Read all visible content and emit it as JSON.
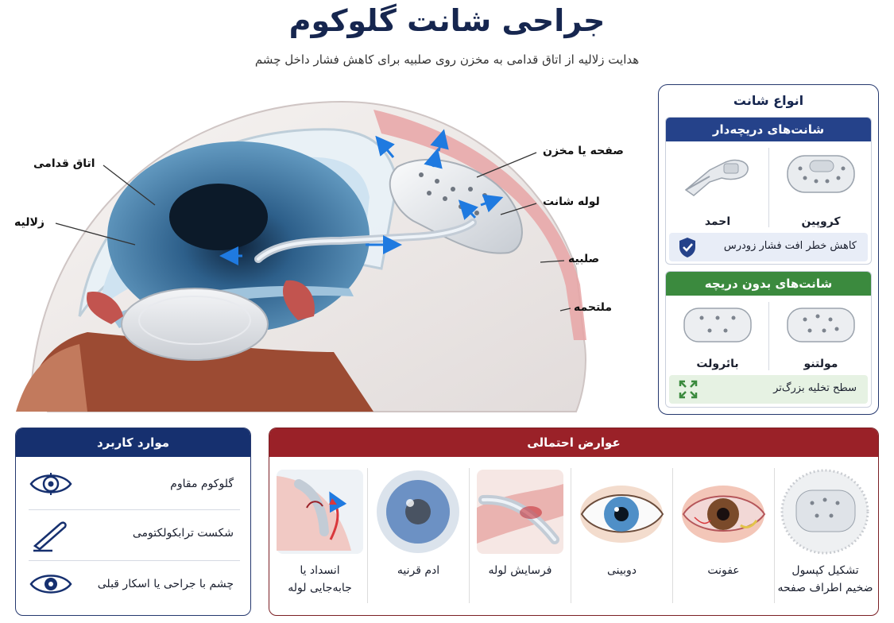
{
  "header": {
    "title": "جراحی شانت گلوکوم",
    "subtitle": "هدایت زلالیه از اتاق قدامی به مخزن روی صلبیه برای کاهش فشار داخل چشم"
  },
  "diagram": {
    "labels": {
      "anterior_chamber": "اتاق قدامی",
      "aqueous": "زلالیه",
      "plate": "صفحه یا مخزن",
      "tube": "لوله شانت",
      "sclera": "صلبیه",
      "conjunctiva": "ملتحمه"
    }
  },
  "types": {
    "title": "انواع شانت",
    "valved": {
      "header": "شانت‌های دریچه‌دار",
      "devices": [
        "احمد",
        "کروپین"
      ],
      "note": "کاهش خطر افت فشار زودرس",
      "note_icon": "shield-check-icon"
    },
    "nonvalved": {
      "header": "شانت‌های بدون دریچه",
      "devices": [
        "بائرولت",
        "مولتنو"
      ],
      "note": "سطح تخلیه بزرگ‌تر",
      "note_icon": "expand-arrows-icon"
    }
  },
  "usage": {
    "title": "موارد کاربرد",
    "items": [
      {
        "label": "گلوکوم مقاوم",
        "icon": "target-eye-icon"
      },
      {
        "label": "شکست ترابکولکتومی",
        "icon": "scalpel-icon"
      },
      {
        "label": "چشم با جراحی یا اسکار قبلی",
        "icon": "eye-icon"
      }
    ]
  },
  "complications": {
    "title": "عوارض احتمالی",
    "items": [
      {
        "line1": "تشکیل کپسول",
        "line2": "ضخیم اطراف صفحه"
      },
      {
        "line1": "عفونت",
        "line2": ""
      },
      {
        "line1": "دوبینی",
        "line2": ""
      },
      {
        "line1": "فرسایش لوله",
        "line2": ""
      },
      {
        "line1": "ادم قرنیه",
        "line2": ""
      },
      {
        "line1": "انسداد یا",
        "line2": "جابه‌جایی لوله"
      }
    ]
  },
  "colors": {
    "navy": "#16264f",
    "blue_header": "#25428a",
    "green_header": "#3b8a3e",
    "red_header": "#9a2128",
    "flow_arrow": "#1f7ae0"
  }
}
